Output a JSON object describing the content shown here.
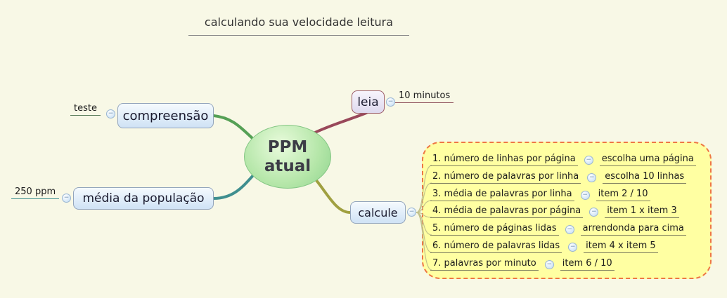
{
  "title": "calculando sua velocidade leitura",
  "root": {
    "label": "PPM atual",
    "lines": [
      "PPM",
      "atual"
    ]
  },
  "branches": {
    "compreensao": {
      "label": "compreensão",
      "child": "teste"
    },
    "leia": {
      "label": "leia",
      "child": "10 minutos"
    },
    "media_populacao": {
      "label": "média da população",
      "child": "250 ppm"
    },
    "calcule": {
      "label": "calcule"
    }
  },
  "calcule_steps": [
    {
      "label": "1. número de linhas por página",
      "child": "escolha uma página"
    },
    {
      "label": "2. número de palavras por linha",
      "child": "escolha 10 linhas"
    },
    {
      "label": "3. média de palavras por linha",
      "child": "item 2 / 10"
    },
    {
      "label": "4. média de palavras por página",
      "child": "item 1 x item 3"
    },
    {
      "label": "5. número de páginas lidas",
      "child": "arrendonda para cima"
    },
    {
      "label": "6. número de palavras lidas",
      "child": "item 4 x item 5"
    },
    {
      "label": "7. palavras por minuto",
      "child": "item 6 / 10"
    }
  ],
  "icons": {
    "fold_glyph": "−"
  },
  "colors": {
    "background": "#f8f8e6",
    "cloud_fill": "#ffffa2",
    "cloud_border": "#ee7744",
    "node_fill": "#cfe2f5",
    "leia_fill": "#ded9ee",
    "root_fill": "#8fd48f",
    "edge_compreensao": "#55a055",
    "edge_leia": "#99485a",
    "edge_media_populacao": "#3f8f8f",
    "edge_calcule": "#a0a040"
  }
}
